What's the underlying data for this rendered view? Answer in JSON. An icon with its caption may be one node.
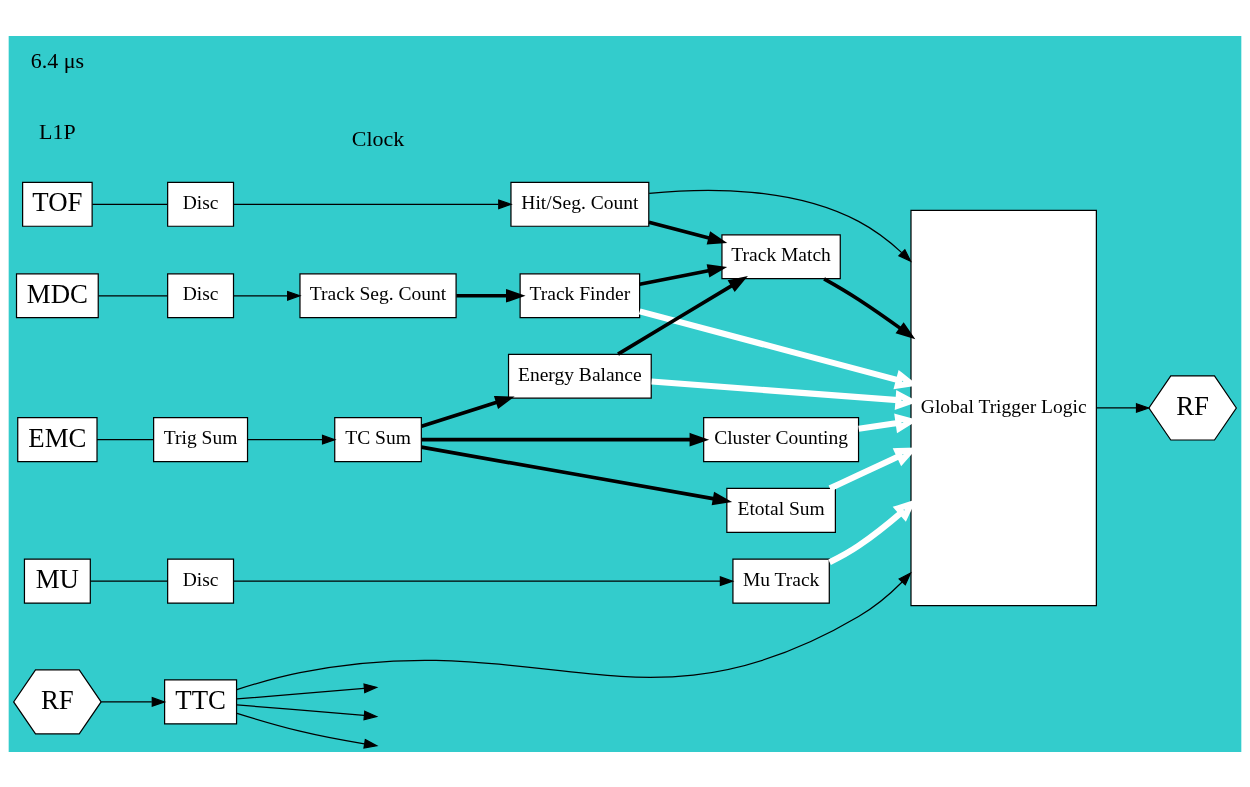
{
  "diagram": {
    "nodes": [
      {
        "text": [
          "TOF"
        ]
      },
      {
        "text": [
          "Disc"
        ]
      },
      {
        "text": [
          "Hit/Seg. Count"
        ]
      },
      {
        "text": [
          "Track Match"
        ]
      },
      {
        "text": [
          "Global Trigger Logic"
        ]
      },
      {
        "text": [
          "MDC"
        ]
      },
      {
        "text": [
          "Disc"
        ]
      },
      {
        "text": [
          "Track Seg. Count"
        ]
      },
      {
        "text": [
          "Track Finder"
        ]
      },
      {
        "text": [
          "RF"
        ]
      },
      {
        "text": [
          "EMC"
        ]
      },
      {
        "text": [
          "Trig Sum"
        ]
      },
      {
        "text": [
          "TC Sum"
        ]
      },
      {
        "text": [
          "Energy Balance"
        ]
      },
      {
        "text": [
          "Etotal Sum"
        ]
      },
      {
        "text": [
          "Cluster Counting"
        ]
      },
      {
        "text": [
          "MU"
        ]
      },
      {
        "text": [
          "Disc"
        ]
      },
      {
        "text": [
          "Mu Track"
        ]
      },
      {
        "text": [
          "RF"
        ]
      },
      {
        "text": [
          "TTC"
        ]
      }
    ],
    "edges": [
      {
        "from": 0,
        "to": 1,
        "arrow": "none"
      },
      {
        "from": 1,
        "to": 2,
        "arrow": "to"
      },
      {
        "from": 2,
        "to": 4,
        "arrow": "to"
      },
      {
        "from": 2,
        "to": 3,
        "arrow": "to",
        "style": "thick"
      },
      {
        "from": 3,
        "to": 4,
        "arrow": "to",
        "style": "thick"
      },
      {
        "from": 5,
        "to": 6,
        "arrow": "none"
      },
      {
        "from": 6,
        "to": 7,
        "arrow": "to"
      },
      {
        "from": 7,
        "to": 8,
        "arrow": "to",
        "style": "thick"
      },
      {
        "from": 8,
        "to": 3,
        "arrow": "to",
        "style": "thick"
      },
      {
        "from": 8,
        "to": 4,
        "arrow": "to",
        "style": "thick",
        "color": "#ffffff"
      },
      {
        "from": 13,
        "to": 3,
        "arrow": "to",
        "style": "thick"
      },
      {
        "from": 10,
        "to": 11,
        "arrow": "none"
      },
      {
        "from": 11,
        "to": 12,
        "arrow": "to"
      },
      {
        "from": 12,
        "to": 13,
        "arrow": "to",
        "style": "thick"
      },
      {
        "from": 12,
        "to": 14,
        "arrow": "to",
        "style": "thick"
      },
      {
        "from": 12,
        "to": 15,
        "arrow": "to",
        "style": "thick"
      },
      {
        "from": 13,
        "to": 4,
        "arrow": "to",
        "style": "thick",
        "color": "#ffffff"
      },
      {
        "from": 14,
        "to": 4,
        "arrow": "to",
        "style": "thick",
        "color": "#ffffff"
      },
      {
        "from": 15,
        "to": 4,
        "arrow": "to",
        "style": "thick",
        "color": "#ffffff"
      },
      {
        "from": 16,
        "to": 17,
        "arrow": "none"
      },
      {
        "from": 17,
        "to": 18,
        "arrow": "to"
      },
      {
        "from": 18,
        "to": 4,
        "arrow": "to",
        "style": "thick",
        "color": "#ffffff"
      },
      {
        "from": 19,
        "to": 20,
        "arrow": "to"
      },
      {
        "from": 20,
        "to": 4,
        "arrow": "to"
      },
      {
        "from": 4,
        "to": 9,
        "arrow": "to"
      },
      {
        "from": 20,
        "to": null,
        "arrow": "to"
      },
      {
        "from": 20,
        "to": null,
        "arrow": "to"
      },
      {
        "from": 20,
        "to": null,
        "arrow": "to"
      }
    ],
    "labels": [
      "Clock",
      "L1P",
      "6.4 μs"
    ]
  }
}
